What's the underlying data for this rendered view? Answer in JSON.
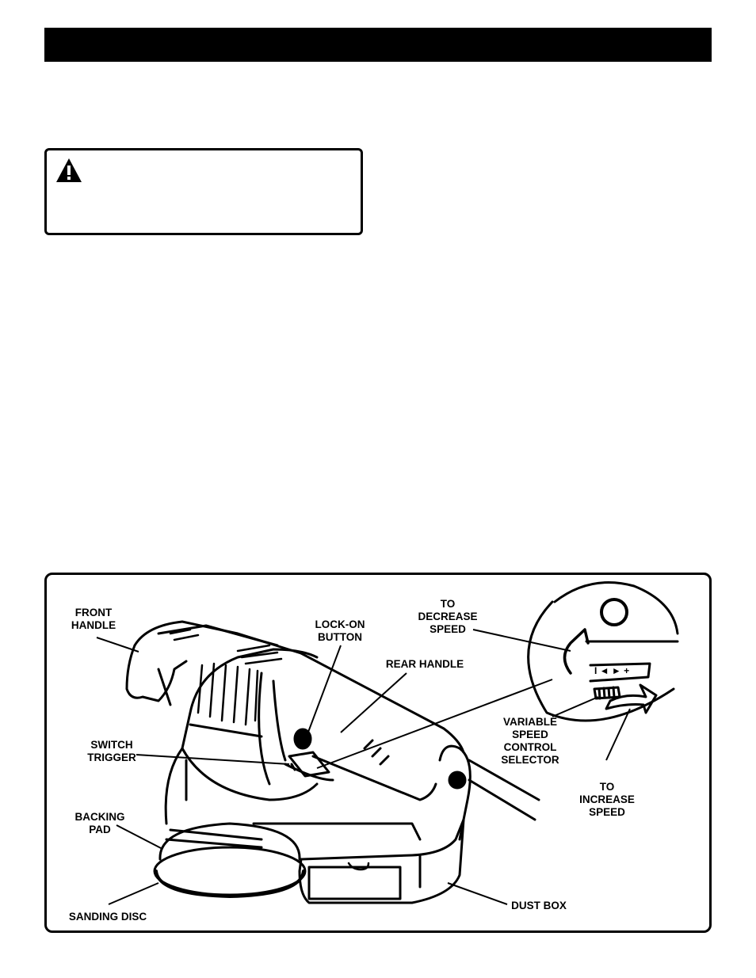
{
  "figure": {
    "labels": {
      "front_handle": [
        "FRONT",
        "HANDLE"
      ],
      "lock_on_button": [
        "LOCK-ON",
        "BUTTON"
      ],
      "rear_handle": [
        "REAR HANDLE"
      ],
      "to_decrease_speed": [
        "TO",
        "DECREASE",
        "SPEED"
      ],
      "switch_trigger": [
        "SWITCH",
        "TRIGGER"
      ],
      "variable_speed_control_selector": [
        "VARIABLE",
        "SPEED",
        "CONTROL",
        "SELECTOR"
      ],
      "to_increase_speed": [
        "TO",
        "INCREASE",
        "SPEED"
      ],
      "backing_pad": [
        "BACKING",
        "PAD"
      ],
      "sanding_disc": [
        "SANDING DISC"
      ],
      "dust_box": [
        "DUST BOX"
      ]
    },
    "dial_markings": "I ◄ ► +"
  },
  "icons": {
    "warning": "warning-triangle-icon"
  }
}
